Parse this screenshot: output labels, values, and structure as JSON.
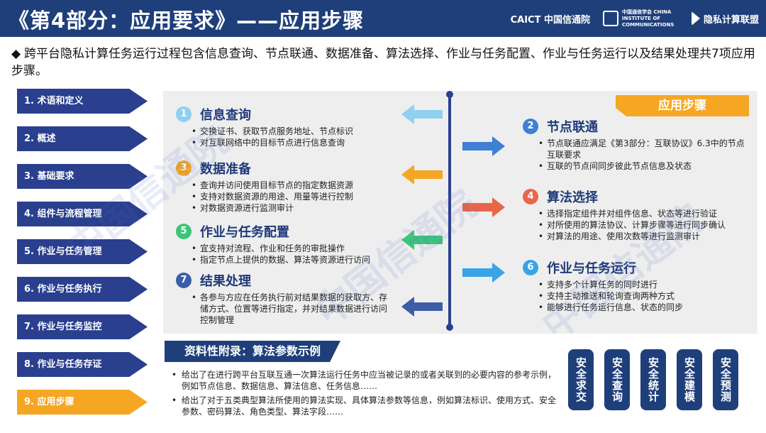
{
  "header": {
    "title": "《第4部分：应用要求》——应用步骤",
    "logos": [
      "CAICT 中国信通院",
      "中国通信学会 CHINA INSTITUTE OF COMMUNICATIONS",
      "隐私计算联盟"
    ]
  },
  "intro": {
    "bullet": "◆",
    "text": "跨平台隐私计算任务运行过程包含信息查询、节点联通、数据准备、算法选择、作业与任务配置、作业与任务运行以及结果处理共7项应用步骤。"
  },
  "sidebar": {
    "items": [
      {
        "label": "1. 术语和定义"
      },
      {
        "label": "2. 概述"
      },
      {
        "label": "3. 基础要求"
      },
      {
        "label": "4. 组件与流程管理"
      },
      {
        "label": "5. 作业与任务管理"
      },
      {
        "label": "6. 作业与任务执行"
      },
      {
        "label": "7. 作业与任务监控"
      },
      {
        "label": "8. 作业与任务存证"
      },
      {
        "label": "9. 应用步骤"
      }
    ],
    "active_index": 8
  },
  "tag": {
    "label": "应用步骤"
  },
  "steps": {
    "s1": {
      "num": "1",
      "title": "信息查询",
      "color": "#8fd0f0",
      "items": [
        "交换证书、获取节点服务地址、节点标识",
        "对互联网络中的目标节点进行信息查询"
      ]
    },
    "s2": {
      "num": "2",
      "title": "节点联通",
      "color": "#3f7fd6",
      "items": [
        "节点联通应满足《第3部分：互联协议》6.3中的节点互联要求",
        "互联的节点间同步彼此节点信息及状态"
      ]
    },
    "s3": {
      "num": "3",
      "title": "数据准备",
      "color": "#f5a623",
      "items": [
        "查询并访问使用目标节点的指定数据资源",
        "支持对数据资源的用途、用量等进行控制",
        "对数据资源进行监测审计"
      ]
    },
    "s4": {
      "num": "4",
      "title": "算法选择",
      "color": "#e8664a",
      "items": [
        "选择指定组件并对组件信息、状态等进行验证",
        "对所使用的算法协议、计算步骤等进行同步确认",
        "对算法的用途、使用次数等进行监测审计"
      ]
    },
    "s5": {
      "num": "5",
      "title": "作业与任务配置",
      "color": "#3ec47a",
      "items": [
        "宜支持对流程、作业和任务的审批操作",
        "指定节点上提供的数据、算法等资源进行访问"
      ]
    },
    "s6": {
      "num": "6",
      "title": "作业与任务运行",
      "color": "#3aa3e6",
      "items": [
        "支持多个计算任务的同时进行",
        "支持主动推送和轮询查询两种方式",
        "能够进行任务运行信息、状态的同步"
      ]
    },
    "s7": {
      "num": "7",
      "title": "结果处理",
      "color": "#3d5da8",
      "items": [
        "各参与方应在任务执行前对结果数据的获取方、存储方式、位置等进行指定，并对结果数据进行访问控制管理"
      ]
    }
  },
  "appendix": {
    "title": "资料性附录：算法参数示例",
    "items": [
      "给出了在进行跨平台互联互通一次算法运行任务中应当被记录的或者关联到的必要内容的参考示例，例如节点信息、数据信息、算法信息、任务信息……",
      "给出了对于五类典型算法所使用的算法实现、具体算法参数等信息，例如算法标识、使用方式、安全参数、密码算法、角色类型、算法字段……"
    ]
  },
  "security": {
    "items": [
      "安全求交",
      "安全查询",
      "安全统计",
      "安全建模",
      "安全预测"
    ]
  },
  "watermark": "中国信通院",
  "colors": {
    "navy": "#1f3f7a",
    "orange": "#f5a623",
    "panel": "#eeeeee"
  }
}
